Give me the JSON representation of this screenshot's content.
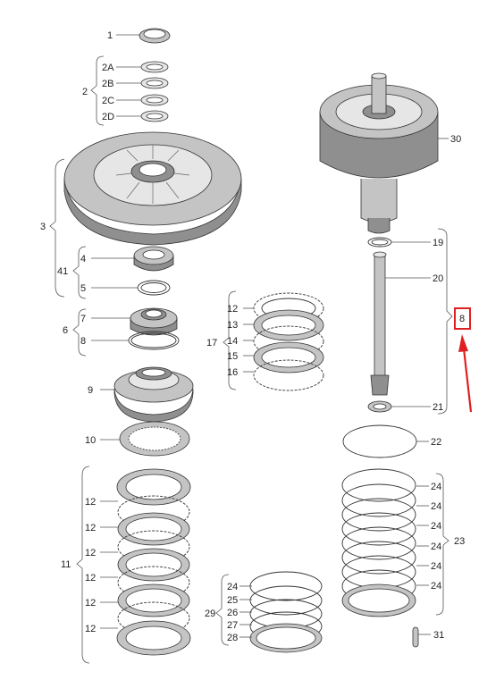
{
  "parts": [
    {
      "id": "p1",
      "text": "1"
    },
    {
      "id": "p2",
      "text": "2"
    },
    {
      "id": "p2a",
      "text": "2A"
    },
    {
      "id": "p2b",
      "text": "2B"
    },
    {
      "id": "p2c",
      "text": "2C"
    },
    {
      "id": "p2d",
      "text": "2D"
    },
    {
      "id": "p3",
      "text": "3"
    },
    {
      "id": "p41",
      "text": "41"
    },
    {
      "id": "p4",
      "text": "4"
    },
    {
      "id": "p5",
      "text": "5"
    },
    {
      "id": "p6",
      "text": "6"
    },
    {
      "id": "p7",
      "text": "7"
    },
    {
      "id": "p8l",
      "text": "8"
    },
    {
      "id": "p9",
      "text": "9"
    },
    {
      "id": "p10",
      "text": "10"
    },
    {
      "id": "p11",
      "text": "11"
    },
    {
      "id": "p12a",
      "text": "12"
    },
    {
      "id": "p12b",
      "text": "12"
    },
    {
      "id": "p12c",
      "text": "12"
    },
    {
      "id": "p12d",
      "text": "12"
    },
    {
      "id": "p12e",
      "text": "12"
    },
    {
      "id": "p12f",
      "text": "12"
    },
    {
      "id": "p17",
      "text": "17"
    },
    {
      "id": "p12g",
      "text": "12"
    },
    {
      "id": "p13",
      "text": "13"
    },
    {
      "id": "p14",
      "text": "14"
    },
    {
      "id": "p15",
      "text": "15"
    },
    {
      "id": "p16",
      "text": "16"
    },
    {
      "id": "p30",
      "text": "30"
    },
    {
      "id": "p19",
      "text": "19"
    },
    {
      "id": "p20",
      "text": "20"
    },
    {
      "id": "p8r",
      "text": "8"
    },
    {
      "id": "p21",
      "text": "21"
    },
    {
      "id": "p22",
      "text": "22"
    },
    {
      "id": "p23",
      "text": "23"
    },
    {
      "id": "p24a",
      "text": "24"
    },
    {
      "id": "p24b",
      "text": "24"
    },
    {
      "id": "p24c",
      "text": "24"
    },
    {
      "id": "p24d",
      "text": "24"
    },
    {
      "id": "p24e",
      "text": "24"
    },
    {
      "id": "p24f",
      "text": "24"
    },
    {
      "id": "p29",
      "text": "29"
    },
    {
      "id": "p24g",
      "text": "24"
    },
    {
      "id": "p25",
      "text": "25"
    },
    {
      "id": "p26",
      "text": "26"
    },
    {
      "id": "p27",
      "text": "27"
    },
    {
      "id": "p28",
      "text": "28"
    },
    {
      "id": "p31",
      "text": "31"
    }
  ],
  "colors": {
    "highlight_box": "#e02020",
    "arrow": "#e02020",
    "line": "#555555",
    "text": "#222222"
  }
}
